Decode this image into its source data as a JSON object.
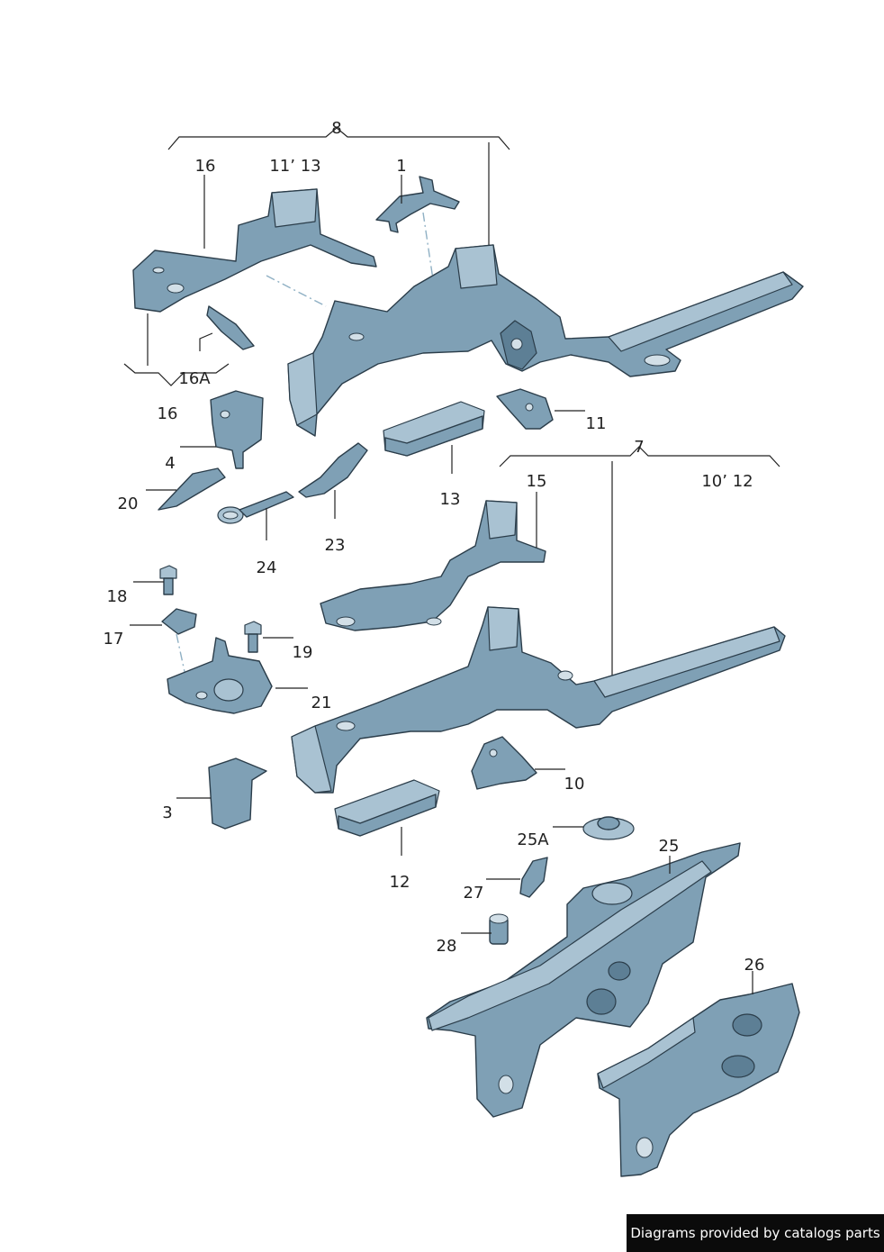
{
  "callouts": [
    {
      "id": "8",
      "text": "8"
    },
    {
      "id": "16-top",
      "text": "16"
    },
    {
      "id": "11-13",
      "text": "11’ 13"
    },
    {
      "id": "1",
      "text": "1"
    },
    {
      "id": "16A",
      "text": "16A"
    },
    {
      "id": "16-mid",
      "text": "16"
    },
    {
      "id": "11",
      "text": "11"
    },
    {
      "id": "4",
      "text": "4"
    },
    {
      "id": "7",
      "text": "7"
    },
    {
      "id": "15",
      "text": "15"
    },
    {
      "id": "10-12",
      "text": "10’ 12"
    },
    {
      "id": "20",
      "text": "20"
    },
    {
      "id": "13",
      "text": "13"
    },
    {
      "id": "23",
      "text": "23"
    },
    {
      "id": "24",
      "text": "24"
    },
    {
      "id": "18",
      "text": "18"
    },
    {
      "id": "17",
      "text": "17"
    },
    {
      "id": "19",
      "text": "19"
    },
    {
      "id": "21",
      "text": "21"
    },
    {
      "id": "10",
      "text": "10"
    },
    {
      "id": "3",
      "text": "3"
    },
    {
      "id": "25A",
      "text": "25A"
    },
    {
      "id": "25",
      "text": "25"
    },
    {
      "id": "12",
      "text": "12"
    },
    {
      "id": "27",
      "text": "27"
    },
    {
      "id": "28",
      "text": "28"
    },
    {
      "id": "26",
      "text": "26"
    }
  ],
  "credit": "Diagrams provided by catalogs parts",
  "colors": {
    "part_fill": "#7fa0b5",
    "part_stroke": "#2b3d4a",
    "background": "#ffffff",
    "credit_bg": "#0b0b0b"
  }
}
